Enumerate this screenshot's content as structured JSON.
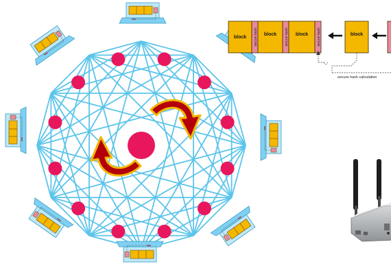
{
  "colors": {
    "mesh": "#5bc4ea",
    "node": "#e8175d",
    "arrow_fill": "#b3000a",
    "arrow_edge": "#f2b705",
    "block": "#f5b800",
    "hash": "#e78b9b",
    "laptop": "#7fd0f2"
  },
  "chain": {
    "block_label": "block",
    "hash_label": "secure hash",
    "calc_label": "secure hash calculation"
  },
  "icons": [
    "laptop-icon",
    "rotation-arrow-icon",
    "router-icon",
    "arrow-left-icon"
  ]
}
